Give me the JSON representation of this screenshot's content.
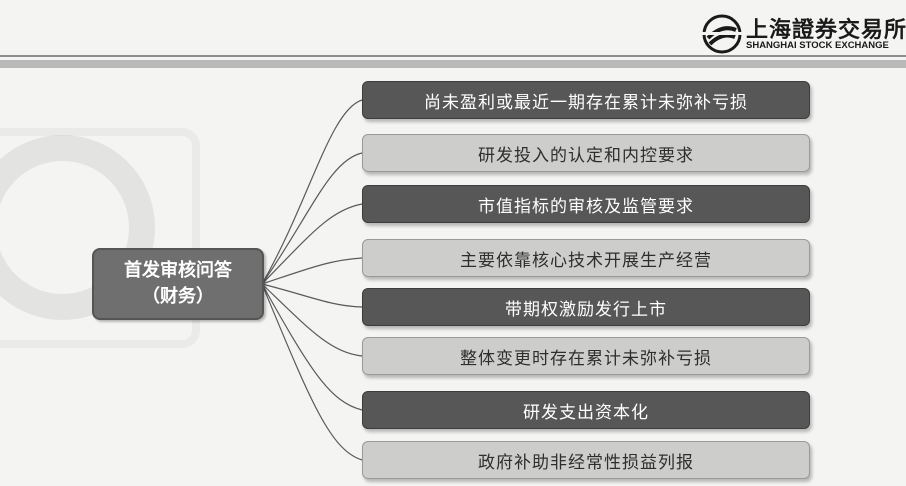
{
  "header": {
    "logo_cn": "上海證券交易所",
    "logo_en": "SHANGHAI STOCK EXCHANGE"
  },
  "diagram": {
    "root_line1": "首发审核问答",
    "root_line2": "（财务）",
    "items": [
      {
        "label": "尚未盈利或最近一期存在累计未弥补亏损",
        "style": "dark"
      },
      {
        "label": "研发投入的认定和内控要求",
        "style": "light"
      },
      {
        "label": "市值指标的审核及监管要求",
        "style": "dark"
      },
      {
        "label": "主要依靠核心技术开展生产经营",
        "style": "light"
      },
      {
        "label": "带期权激励发行上市",
        "style": "dark"
      },
      {
        "label": "整体变更时存在累计未弥补亏损",
        "style": "light"
      },
      {
        "label": "研发支出资本化",
        "style": "dark"
      },
      {
        "label": "政府补助非经常性损益列报",
        "style": "light"
      }
    ]
  },
  "colors": {
    "dark_box": "#575757",
    "light_box": "#cdcdcb",
    "connector": "#5a5a5a"
  }
}
